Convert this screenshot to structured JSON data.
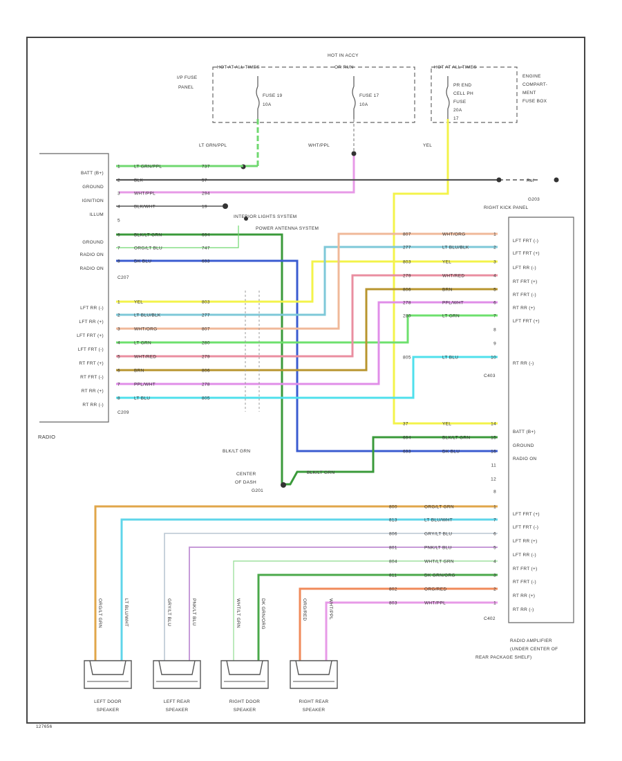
{
  "diagram": {
    "fusebox": {
      "hot_all_left": "HOT AT ALL TIMES",
      "hot_run_1": "HOT IN ACCY",
      "hot_run_2": "OR RUN",
      "hot_all_right": "HOT AT ALL TIMES",
      "ip_fuse_1": "I/P FUSE",
      "ip_fuse_2": "PANEL",
      "fuse19_1": "FUSE 19",
      "fuse19_2": "10A",
      "fuse17_1": "FUSE 17",
      "fuse17_2": "10A",
      "maxi_1": "PR END",
      "maxi_2": "CELL PH",
      "maxi_3": "FUSE",
      "maxi_4": "20A",
      "maxi_5": "17",
      "engine_1": "ENGINE",
      "engine_2": "COMPART-",
      "engine_3": "MENT",
      "engine_4": "FUSE BOX"
    },
    "feed_labels": {
      "lt_grn": "LT GRN/PPL",
      "wht_ppl": "WHT/PPL",
      "yel": "YEL"
    },
    "radio": {
      "name": "RADIO",
      "c207": "C207",
      "c209": "C209",
      "pins_top": [
        "BATT (B+)",
        "GROUND",
        "IGNITION",
        "ILLUM",
        "",
        "GROUND",
        "RADIO ON",
        "RADIO ON"
      ],
      "pins_bottom": [
        "LFT RR (-)",
        "LFT RR (+)",
        "LFT FRT (+)",
        "LFT FRT (-)",
        "RT FRT (+)",
        "RT FRT (-)",
        "RT RR (+)",
        "RT RR (-)"
      ]
    },
    "c207_wires": [
      {
        "pin": "1",
        "color": "LT GRN/PPL",
        "circuit": "737"
      },
      {
        "pin": "2",
        "color": "BLK",
        "circuit": "57"
      },
      {
        "pin": "3",
        "color": "WHT/PPL",
        "circuit": "294"
      },
      {
        "pin": "4",
        "color": "BLK/WHT",
        "circuit": "19"
      },
      {
        "pin": "5",
        "color": "",
        "circuit": ""
      },
      {
        "pin": "6",
        "color": "BLK/LT GRN",
        "circuit": "694"
      },
      {
        "pin": "7",
        "color": "ORG/LT BLU",
        "circuit": "747"
      },
      {
        "pin": "8",
        "color": "DK BLU",
        "circuit": "693"
      }
    ],
    "c209_wires": [
      {
        "pin": "1",
        "color": "YEL",
        "circuit": "803"
      },
      {
        "pin": "2",
        "color": "LT BLU/BLK",
        "circuit": "277"
      },
      {
        "pin": "3",
        "color": "WHT/ORG",
        "circuit": "807"
      },
      {
        "pin": "4",
        "color": "LT GRN",
        "circuit": "280"
      },
      {
        "pin": "5",
        "color": "WHT/RED",
        "circuit": "279"
      },
      {
        "pin": "6",
        "color": "BRN",
        "circuit": "806"
      },
      {
        "pin": "7",
        "color": "PPL/WHT",
        "circuit": "278"
      },
      {
        "pin": "8",
        "color": "LT BLU",
        "circuit": "805"
      }
    ],
    "ground_label": "G203",
    "ground_sub": "RIGHT KICK PANEL",
    "ground_ref": "Ref",
    "interior_lights": "INTERIOR LIGHTS SYSTEM",
    "power_antenna": "POWER ANTENNA SYSTEM",
    "blk_grn_label": "BLK/LT GRN",
    "center_dash_1": "CENTER",
    "center_dash_2": "OF DASH",
    "center_dash_3": "G201",
    "amp": {
      "c403": "C403",
      "c402": "C402",
      "pins_upper": [
        "LFT FRT (-)",
        "LFT FRT (+)",
        "LFT RR (-)",
        "RT FRT (+)",
        "RT FRT (-)",
        "RT RR (+)",
        "LFT FRT (+)",
        "",
        "",
        "RT RR (-)"
      ],
      "pins_mid": [
        "BATT (B+)",
        "GROUND",
        "RADIO ON"
      ],
      "pins_lower": [
        "LFT FRT (+)",
        "LFT FRT (-)",
        "LFT RR (+)",
        "LFT RR (-)",
        "RT FRT (+)",
        "RT FRT (-)",
        "RT RR (+)",
        "RT RR (-)"
      ],
      "desc_1": "RADIO AMPLIFIER",
      "desc_2": "(UNDER CENTER OF",
      "desc_3": "REAR PACKAGE SHELF)"
    },
    "amp_in_wires": [
      {
        "circuit": "807",
        "color": "WHT/ORG",
        "pin": "1"
      },
      {
        "circuit": "277",
        "color": "LT BLU/BLK",
        "pin": "2"
      },
      {
        "circuit": "803",
        "color": "YEL",
        "pin": "3"
      },
      {
        "circuit": "279",
        "color": "WHT/RED",
        "pin": "4"
      },
      {
        "circuit": "806",
        "color": "BRN",
        "pin": "5"
      },
      {
        "circuit": "278",
        "color": "PPL/WHT",
        "pin": "6"
      },
      {
        "circuit": "280",
        "color": "LT GRN",
        "pin": "7"
      },
      {
        "circuit": "",
        "color": "",
        "pin": "8"
      },
      {
        "circuit": "",
        "color": "",
        "pin": "9"
      },
      {
        "circuit": "805",
        "color": "LT BLU",
        "pin": "10"
      }
    ],
    "amp_pwr_wires": [
      {
        "circuit": "37",
        "color": "YEL",
        "pin": "14"
      },
      {
        "circuit": "694",
        "color": "BLK/LT GRN",
        "pin": "15"
      },
      {
        "circuit": "693",
        "color": "DK BLU",
        "pin": "16"
      },
      {
        "circuit": "",
        "color": "",
        "pin": "11"
      },
      {
        "circuit": "",
        "color": "",
        "pin": "12"
      },
      {
        "circuit": "",
        "color": "",
        "pin": "8"
      }
    ],
    "amp_out_wires": [
      {
        "circuit": "800",
        "color": "ORG/LT GRN",
        "pin": "1"
      },
      {
        "circuit": "813",
        "color": "LT BLU/WHT",
        "pin": "7"
      },
      {
        "circuit": "806",
        "color": "GRY/LT BLU",
        "pin": "6"
      },
      {
        "circuit": "801",
        "color": "PNK/LT BLU",
        "pin": "5"
      },
      {
        "circuit": "804",
        "color": "WHT/LT GRN",
        "pin": "4"
      },
      {
        "circuit": "811",
        "color": "DK GRN/ORG",
        "pin": "3"
      },
      {
        "circuit": "802",
        "color": "ORG/RED",
        "pin": "2"
      },
      {
        "circuit": "803",
        "color": "WHT/PPL",
        "pin": "1"
      }
    ],
    "speaker_wire_labels": [
      "ORG/LT GRN",
      "LT BLU/WHT",
      "GRY/LT BLU",
      "PNK/LT BLU",
      "WHT/LT GRN",
      "DK GRN/ORG",
      "ORG/RED",
      "WHT/PPL"
    ],
    "speakers": [
      {
        "l1": "LEFT DOOR",
        "l2": "SPEAKER"
      },
      {
        "l1": "LEFT REAR",
        "l2": "SPEAKER"
      },
      {
        "l1": "RIGHT DOOR",
        "l2": "SPEAKER"
      },
      {
        "l1": "RIGHT REAR",
        "l2": "SPEAKER"
      }
    ],
    "footer_id": "127656"
  },
  "colors": {
    "lt_grn": "#6fd86f",
    "black": "#555555",
    "wht_ppl": "#e79ae7",
    "yellow": "#f3f34a",
    "blk_grn": "#3a9a3a",
    "dk_blu": "#3a5bd0",
    "lt_blu_blk": "#7ec8d8",
    "wht_org": "#f0b899",
    "lt_grn_b": "#6de06d",
    "wht_red": "#ea8ea0",
    "brn": "#b8952e",
    "ppl_wht": "#e08ee8",
    "lt_blu": "#4fe0ec",
    "org_grn": "#e0a64a",
    "lt_blu_wht": "#5fd5ea",
    "gry_blu": "#b9c6d2",
    "pnk_blu": "#c69ad8",
    "wht_grn": "#9fe09f",
    "dk_grn_org": "#4aa84a",
    "org_red": "#f08a5a"
  }
}
